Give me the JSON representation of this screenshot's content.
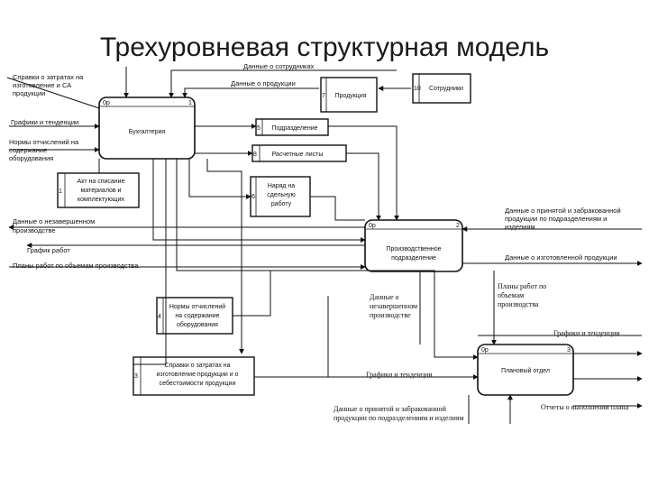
{
  "title": "Трехуровневая структурная модель",
  "processes": [
    {
      "code": "0р",
      "num": "1",
      "label": "Бухгалтерия"
    },
    {
      "code": "0р",
      "num": "2",
      "label": "Производственное подразделение"
    },
    {
      "code": "0р",
      "num": "3",
      "label": "Плановый отдел"
    }
  ],
  "stores": [
    {
      "num": "7",
      "label": "Продукция"
    },
    {
      "num": "10",
      "label": "Сотрудники"
    },
    {
      "num": "5",
      "label": "Подразделение"
    },
    {
      "num": "8",
      "label": "Расчетные листы"
    },
    {
      "num": "6",
      "label": "Наряд на сдельную работу"
    },
    {
      "num": "1",
      "label": "Акт на списание материалов и комплектующих"
    },
    {
      "num": "4",
      "label": "Нормы отчислений на содержание оборудования"
    },
    {
      "num": "3",
      "label": "Справки о затратах на изготовление продукции и о себестоимости продукции"
    }
  ],
  "flows": {
    "staff_data": "Данные о сотрудниках",
    "product_data": "Данные о продукции",
    "cost_refs": "Справки о затратах на изготовление СА продукции",
    "schedules_trends_left": "Графики и тенденции",
    "depr_norms": "Нормы отчислений на содержание оборудования",
    "unfinished_left": "Данные о незавершенном производстве",
    "work_schedule": "График работ",
    "work_plans": "Планы работ по объемам производства",
    "accepted_rejected_top": "Данные о принятой и забракованной продукции по подразделениям и изделиям",
    "manufactured": "Данные о изготовленной продукции",
    "plans_volume": "Планы работ по объемам производства",
    "unfinished_mid": "Данные о незавершенном производстве",
    "schedules_trends_mid": "Графики и тенденции",
    "schedules_trends_right": "Графики и тенденции",
    "accepted_rejected_bottom": "Данные о принятой и забракованной продукции по подразделениям и изделиям",
    "plan_reports": "Отчеты о выполнении плана"
  }
}
